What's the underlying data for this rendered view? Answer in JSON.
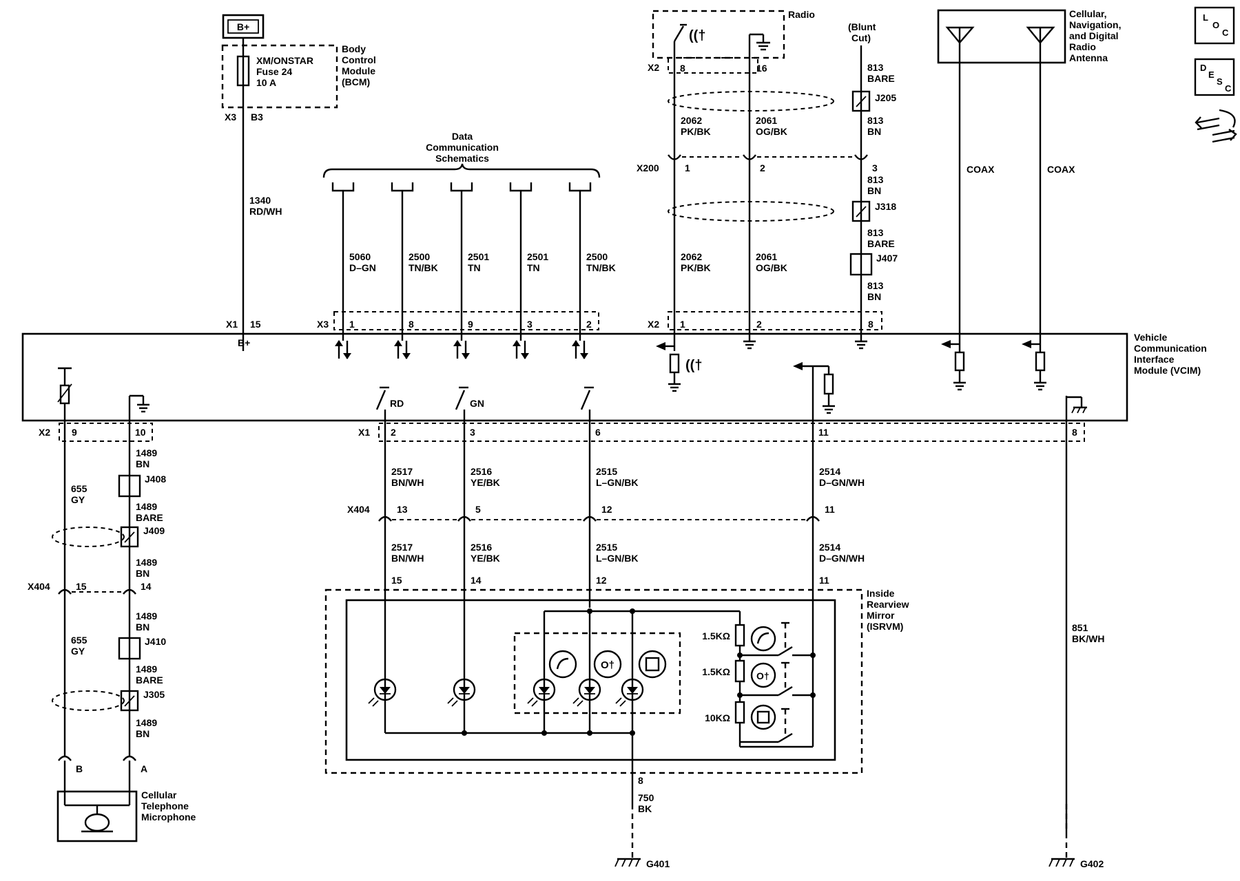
{
  "supply": {
    "bplus_box": "B+",
    "fuse_lines": [
      "XM/ONSTAR",
      "Fuse 24",
      "10 A"
    ],
    "bcm_lines": [
      "Body",
      "Control",
      "Module",
      "(BCM)"
    ],
    "bcm_conn": "X3",
    "bcm_pin": "B3",
    "wire_circuit": "1340",
    "wire_color": "RD/WH"
  },
  "data_comm": {
    "title_lines": [
      "Data",
      "Communication",
      "Schematics"
    ],
    "wires": [
      {
        "circuit": "5060",
        "color": "D–GN",
        "pin": "1"
      },
      {
        "circuit": "2500",
        "color": "TN/BK",
        "pin": "8"
      },
      {
        "circuit": "2501",
        "color": "TN",
        "pin": "9"
      },
      {
        "circuit": "2501",
        "color": "TN",
        "pin": "3"
      },
      {
        "circuit": "2500",
        "color": "TN/BK",
        "pin": "2"
      }
    ]
  },
  "radio": {
    "label": "Radio",
    "conn": "X2",
    "pins": [
      "8",
      "16"
    ],
    "wires": [
      {
        "circuit": "2062",
        "color": "PK/BK"
      },
      {
        "circuit": "2061",
        "color": "OG/BK"
      }
    ]
  },
  "blunt_cut": [
    "(Blunt",
    "Cut)"
  ],
  "drain": {
    "seg1": [
      "813",
      "BARE"
    ],
    "j205": "J205",
    "seg2": [
      "813",
      "BN"
    ],
    "x200_pin": "3",
    "seg3": [
      "813",
      "BN"
    ],
    "j318": "J318",
    "seg4": [
      "813",
      "BARE"
    ],
    "j407": "J407",
    "seg5": [
      "813",
      "BN"
    ]
  },
  "x200": {
    "label": "X200",
    "pins": [
      "1",
      "2"
    ]
  },
  "antenna": {
    "label_lines": [
      "Cellular,",
      "Navigation,",
      "and Digital",
      "Radio",
      "Antenna"
    ],
    "coax1": "COAX",
    "coax2": "COAX"
  },
  "side_icons": {
    "loc": [
      "L",
      "O",
      "C"
    ],
    "desc": [
      "D",
      "E",
      "S",
      "C"
    ]
  },
  "vcim": {
    "label_lines": [
      "Vehicle",
      "Communication",
      "Interface",
      "Module (VCIM)"
    ],
    "x1": "X1",
    "x1_pin": "15",
    "bplus": "B+",
    "x3": "X3",
    "x2_top": "X2",
    "x2_top_pins": [
      "1",
      "2",
      "8"
    ],
    "x2_bottom": "X2",
    "x2_bottom_pins": [
      "9",
      "10"
    ],
    "x1_bottom": "X1",
    "x1_bottom_pins": [
      "2",
      "3",
      "6",
      "11"
    ],
    "sw_rd": "RD",
    "sw_gn": "GN",
    "pin_8_right": "8"
  },
  "mic_circuit": {
    "gy1": [
      "655",
      "GY"
    ],
    "gy2": [
      "655",
      "GY"
    ],
    "bn_seg1": [
      "1489",
      "BN"
    ],
    "j408": "J408",
    "bare_seg1": [
      "1489",
      "BARE"
    ],
    "j409": "J409",
    "bn_seg2": [
      "1489",
      "BN"
    ],
    "x404": "X404",
    "x404_pins": [
      "15",
      "14"
    ],
    "bn_seg3": [
      "1489",
      "BN"
    ],
    "j410": "J410",
    "bare_seg2": [
      "1489",
      "BARE"
    ],
    "j305": "J305",
    "bn_seg4": [
      "1489",
      "BN"
    ],
    "mic_pins": [
      "B",
      "A"
    ],
    "mic_label": [
      "Cellular",
      "Telephone",
      "Microphone"
    ]
  },
  "mirror_wires": {
    "upper": [
      {
        "circuit": "2517",
        "color": "BN/WH"
      },
      {
        "circuit": "2516",
        "color": "YE/BK"
      },
      {
        "circuit": "2515",
        "color": "L–GN/BK"
      },
      {
        "circuit": "2514",
        "color": "D–GN/WH"
      }
    ],
    "x404": "X404",
    "x404_pins": [
      "13",
      "5",
      "12",
      "11"
    ],
    "lower": [
      {
        "circuit": "2517",
        "color": "BN/WH"
      },
      {
        "circuit": "2516",
        "color": "YE/BK"
      },
      {
        "circuit": "2515",
        "color": "L–GN/BK"
      },
      {
        "circuit": "2514",
        "color": "D–GN/WH"
      }
    ],
    "mirror_pins": [
      "15",
      "14",
      "12",
      "11"
    ]
  },
  "isrvm": {
    "label_lines": [
      "Inside",
      "Rearview",
      "Mirror",
      "(ISRVM)"
    ],
    "resistors": [
      "1.5KΩ",
      "1.5KΩ",
      "10KΩ"
    ],
    "ground_pin": "8",
    "ground_wire": [
      "750",
      "BK"
    ],
    "ground_name": "G401"
  },
  "right_ground": {
    "wire": [
      "851",
      "BK/WH"
    ],
    "name": "G402"
  }
}
